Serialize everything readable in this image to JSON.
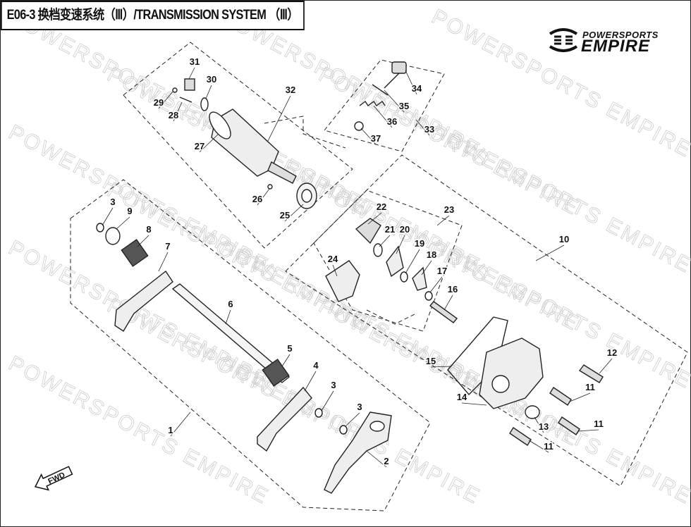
{
  "header": {
    "title": "E06-3 换档变速系统（Ⅲ）/TRANSMISSION SYSTEM （Ⅲ）"
  },
  "logo": {
    "line1": "POWERSPORTS",
    "line2": "EMPIRE"
  },
  "watermark": "POWERSPORTS EMPIRE",
  "fwd_label": "FWD",
  "callouts": [
    "31",
    "30",
    "29",
    "28",
    "32",
    "27",
    "26",
    "25",
    "34",
    "35",
    "36",
    "33",
    "37",
    "22",
    "23",
    "21",
    "20",
    "19",
    "18",
    "24",
    "17",
    "16",
    "10",
    "3",
    "9",
    "8",
    "7",
    "6",
    "5",
    "4",
    "3",
    "3",
    "1",
    "2",
    "15",
    "14",
    "12",
    "11",
    "11",
    "13",
    "11"
  ]
}
